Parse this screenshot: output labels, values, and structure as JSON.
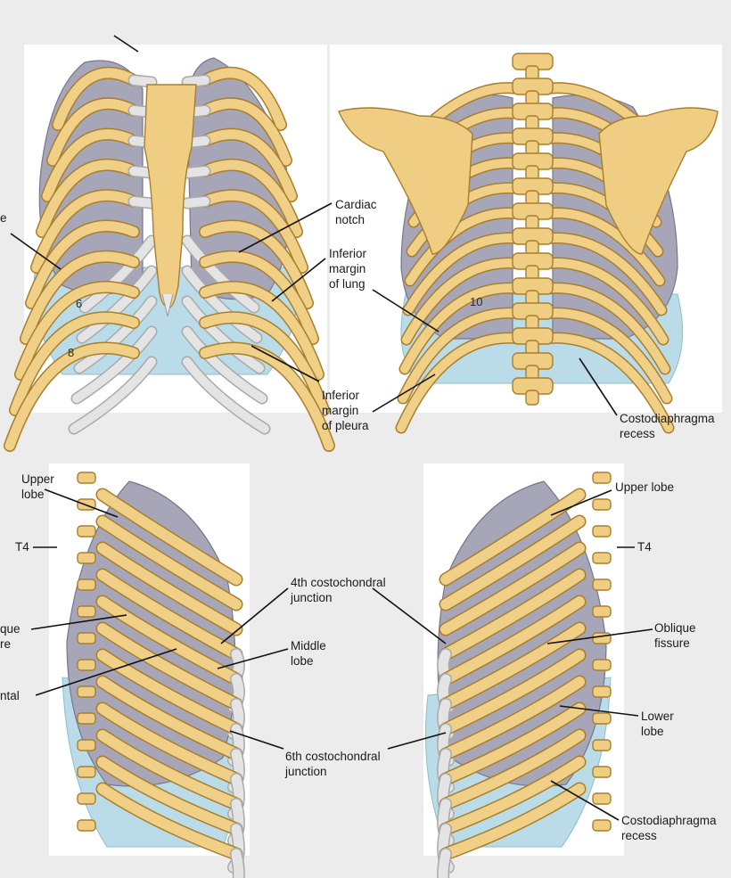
{
  "labels": {
    "top_left": {
      "left_edge": "e",
      "cardiac_notch": "Cardiac\nnotch",
      "inferior_margin_lung": "Inferior\nmargin\nof lung",
      "inferior_margin_pleura": "Inferior\nmargin\nof pleura",
      "rib_6": "6",
      "rib_8": "8"
    },
    "top_right": {
      "rib_10": "10",
      "costodiaphragmatic_recess": "Costodiaphragma\nrecess"
    },
    "bottom_left": {
      "upper_lobe": "Upper\nlobe",
      "t4": "T4",
      "oblique_fissure_cut": "que\nre",
      "horizontal_cut": "ntal"
    },
    "bottom_center": {
      "fourth_junction": "4th costochondral\njunction",
      "middle_lobe": "Middle\nlobe",
      "sixth_junction": "6th costochondral\njunction"
    },
    "bottom_right": {
      "upper_lobe": "Upper lobe",
      "t4": "T4",
      "oblique_fissure": "Oblique\nfissure",
      "lower_lobe": "Lower\nlobe",
      "costodiaphragmatic_recess": "Costodiaphragma\nrecess"
    }
  },
  "colors": {
    "bone": "#efcd82",
    "bone_outline": "#a97e2c",
    "cartilage": "#e4e4e4",
    "lung": "#a6a6b8",
    "pleura": "#b9dce8",
    "leader_line": "#111111"
  }
}
